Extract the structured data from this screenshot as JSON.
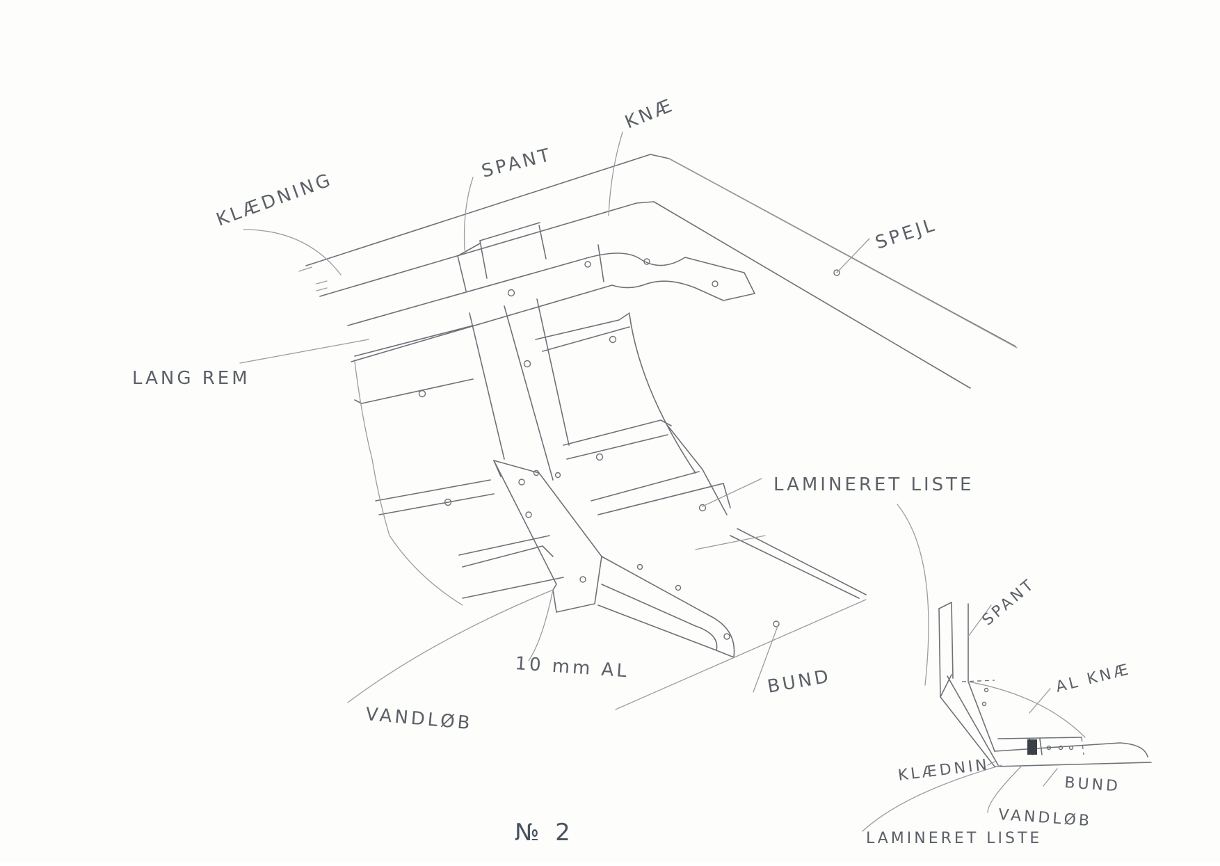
{
  "main_labels": {
    "klaedning": "KLÆDNING",
    "spant": "SPANT",
    "knae": "KNÆ",
    "spejl": "SPEJL",
    "langrem": "LANG REM",
    "lamineret_liste": "LAMINERET LISTE",
    "al": "10 mm AL",
    "bund": "BUND",
    "vandloeb": "VANDLØB"
  },
  "detail_labels": {
    "spant": "SPANT",
    "al_knae": "AL KNÆ",
    "klaedning": "KLÆDNIN",
    "bund": "BUND",
    "vandloeb": "VANDLØB",
    "lamineret_liste": "LAMINERET LISTE"
  },
  "sheet_number": "№ 2"
}
